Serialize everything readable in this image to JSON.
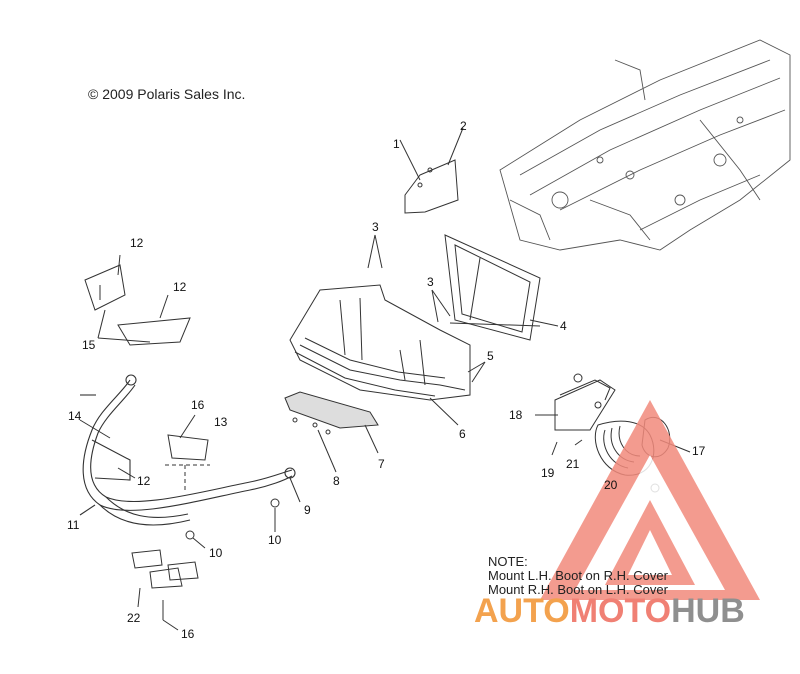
{
  "copyright": "© 2009 Polaris Sales Inc.",
  "note": {
    "heading": "NOTE:",
    "line1": "Mount L.H. Boot on R.H. Cover",
    "line2": "Mount R.H. Boot on L.H. Cover"
  },
  "callouts": {
    "c1": "1",
    "c2": "2",
    "c3a": "3",
    "c3b": "3",
    "c4": "4",
    "c5": "5",
    "c6": "6",
    "c7": "7",
    "c8": "8",
    "c9": "9",
    "c10a": "10",
    "c10b": "10",
    "c11": "11",
    "c12a": "12",
    "c12b": "12",
    "c12c": "12",
    "c13": "13",
    "c14": "14",
    "c15": "15",
    "c16a": "16",
    "c16b": "16",
    "c17": "17",
    "c18": "18",
    "c19": "19",
    "c20": "20",
    "c21": "21",
    "c22": "22"
  },
  "watermark": {
    "part1": "AUTO",
    "part2": "MOTO",
    "part3": "HUB",
    "colors": {
      "orange": "#f3a24e",
      "red": "#f08074",
      "gray": "#8f8f8f"
    }
  }
}
